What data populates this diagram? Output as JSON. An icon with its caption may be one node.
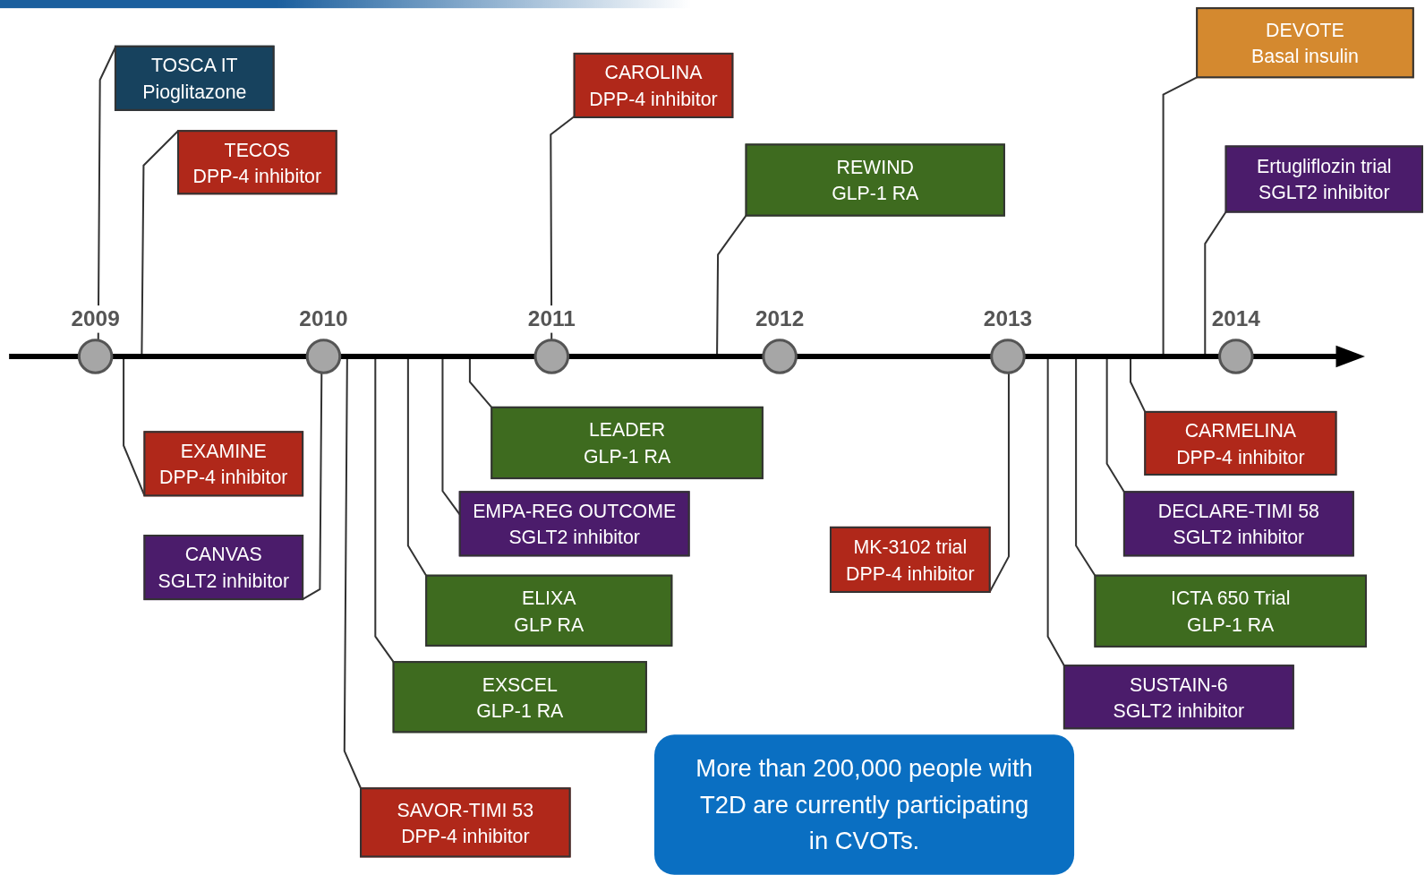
{
  "diagram": {
    "nodes": [
      {
        "text": [],
        "shape": "bar"
      },
      {
        "text": [
          "2009"
        ]
      },
      {
        "text": [
          "2010"
        ]
      },
      {
        "text": [
          "2011"
        ]
      },
      {
        "text": [
          "2012"
        ]
      },
      {
        "text": [
          "2013"
        ]
      },
      {
        "text": [
          "2014"
        ]
      },
      {
        "text": [
          "TOSCA IT",
          "Pioglitazone"
        ]
      },
      {
        "text": [
          "TECOS",
          "DPP-4 inhibitor"
        ]
      },
      {
        "text": [
          "CAROLINA",
          "DPP-4 inhibitor"
        ]
      },
      {
        "text": [
          "REWIND",
          "GLP-1 RA"
        ]
      },
      {
        "text": [
          "DEVOTE",
          "Basal insulin"
        ]
      },
      {
        "text": [
          "Ertugliflozin trial",
          "SGLT2 inhibitor"
        ]
      },
      {
        "text": [
          "EXAMINE",
          "DPP-4 inhibitor"
        ]
      },
      {
        "text": [
          "CANVAS",
          "SGLT2 inhibitor"
        ]
      },
      {
        "text": [
          "LEADER",
          "GLP-1 RA"
        ]
      },
      {
        "text": [
          "EMPA-REG OUTCOME",
          "SGLT2 inhibitor"
        ]
      },
      {
        "text": [
          "ELIXA",
          "GLP RA"
        ]
      },
      {
        "text": [
          "EXSCEL",
          "GLP-1 RA"
        ]
      },
      {
        "text": [
          "SAVOR-TIMI 53",
          "DPP-4 inhibitor"
        ]
      },
      {
        "text": [
          "MK-3102 trial",
          "DPP-4 inhibitor"
        ]
      },
      {
        "text": [
          "CARMELINA",
          "DPP-4 inhibitor"
        ]
      },
      {
        "text": [
          "DECLARE-TIMI 58",
          "SGLT2 inhibitor"
        ]
      },
      {
        "text": [
          "ICTA 650 Trial",
          "GLP-1 RA"
        ]
      },
      {
        "text": [
          "SUSTAIN-6",
          "SGLT2 inhibitor"
        ]
      },
      {
        "text": [
          "More than 200,000 people with T2D are currently participating in CVOTs."
        ]
      }
    ],
    "edges": [
      {
        "from": 7,
        "to": 0,
        "arrow": "none"
      },
      {
        "from": 8,
        "to": 0,
        "arrow": "none"
      },
      {
        "from": 9,
        "to": 0,
        "arrow": "none"
      },
      {
        "from": 10,
        "to": 0,
        "arrow": "none"
      },
      {
        "from": 11,
        "to": 0,
        "arrow": "none"
      },
      {
        "from": 12,
        "to": 0,
        "arrow": "none"
      },
      {
        "from": 13,
        "to": 0,
        "arrow": "none"
      },
      {
        "from": 14,
        "to": 0,
        "arrow": "none"
      },
      {
        "from": 15,
        "to": 0,
        "arrow": "none"
      },
      {
        "from": 16,
        "to": 0,
        "arrow": "none"
      },
      {
        "from": 17,
        "to": 0,
        "arrow": "none"
      },
      {
        "from": 18,
        "to": 0,
        "arrow": "none"
      },
      {
        "from": 19,
        "to": 0,
        "arrow": "none"
      },
      {
        "from": 20,
        "to": 0,
        "arrow": "none"
      },
      {
        "from": 21,
        "to": 0,
        "arrow": "none"
      },
      {
        "from": 22,
        "to": 0,
        "arrow": "none"
      },
      {
        "from": 23,
        "to": 0,
        "arrow": "none"
      },
      {
        "from": 24,
        "to": 0,
        "arrow": "none"
      }
    ]
  }
}
